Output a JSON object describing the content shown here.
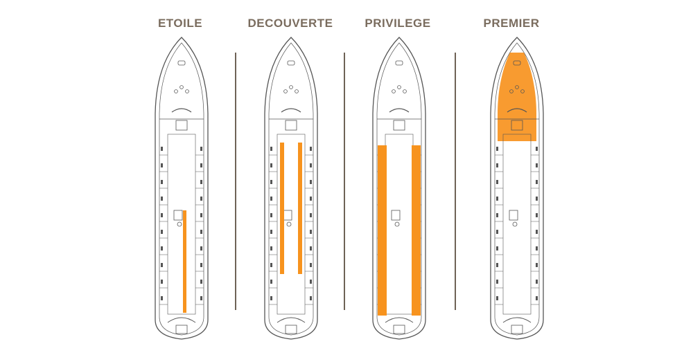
{
  "categories": [
    {
      "key": "etoile",
      "label": "ETOILE"
    },
    {
      "key": "decouverte",
      "label": "DECOUVERTE"
    },
    {
      "key": "privilege",
      "label": "PRIVILEGE"
    },
    {
      "key": "premier",
      "label": "PREMIER"
    }
  ],
  "colors": {
    "title": "#7a6c5e",
    "divider": "#6e6256",
    "highlight": "#f7931e",
    "outline": "#555555"
  }
}
